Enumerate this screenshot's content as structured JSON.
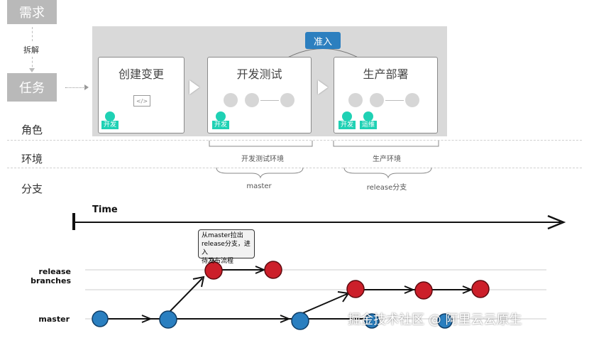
{
  "left_column": {
    "demand": "需求",
    "split": "拆解",
    "task": "任务",
    "role": "角色",
    "env": "环境",
    "branch": "分支"
  },
  "stages": {
    "create_change": {
      "title": "创建变更",
      "code_icon": "</>",
      "role": "开发"
    },
    "dev_test": {
      "title": "开发测试",
      "role": "开发"
    },
    "production_deploy": {
      "title": "生产部署",
      "role_dev": "开发",
      "role_ops": "运维"
    }
  },
  "gate": {
    "label": "准入"
  },
  "environments": {
    "dev_test_env": "开发测试环境",
    "prod_env": "生产环境"
  },
  "branches": {
    "master": "master",
    "release_branch": "release分支"
  },
  "timeline": {
    "time_label": "Time",
    "callout": [
      "从master拉出",
      "release分支，进入",
      "待发布流程"
    ],
    "release_label_line1": "release",
    "release_label_line2": "branches",
    "master_label": "master",
    "colors": {
      "release_node": "#cc1f2a",
      "master_node": "#2a7fc0",
      "line": "#111111"
    }
  },
  "watermark": "掘金技术社区 @ 阿里云云原生"
}
